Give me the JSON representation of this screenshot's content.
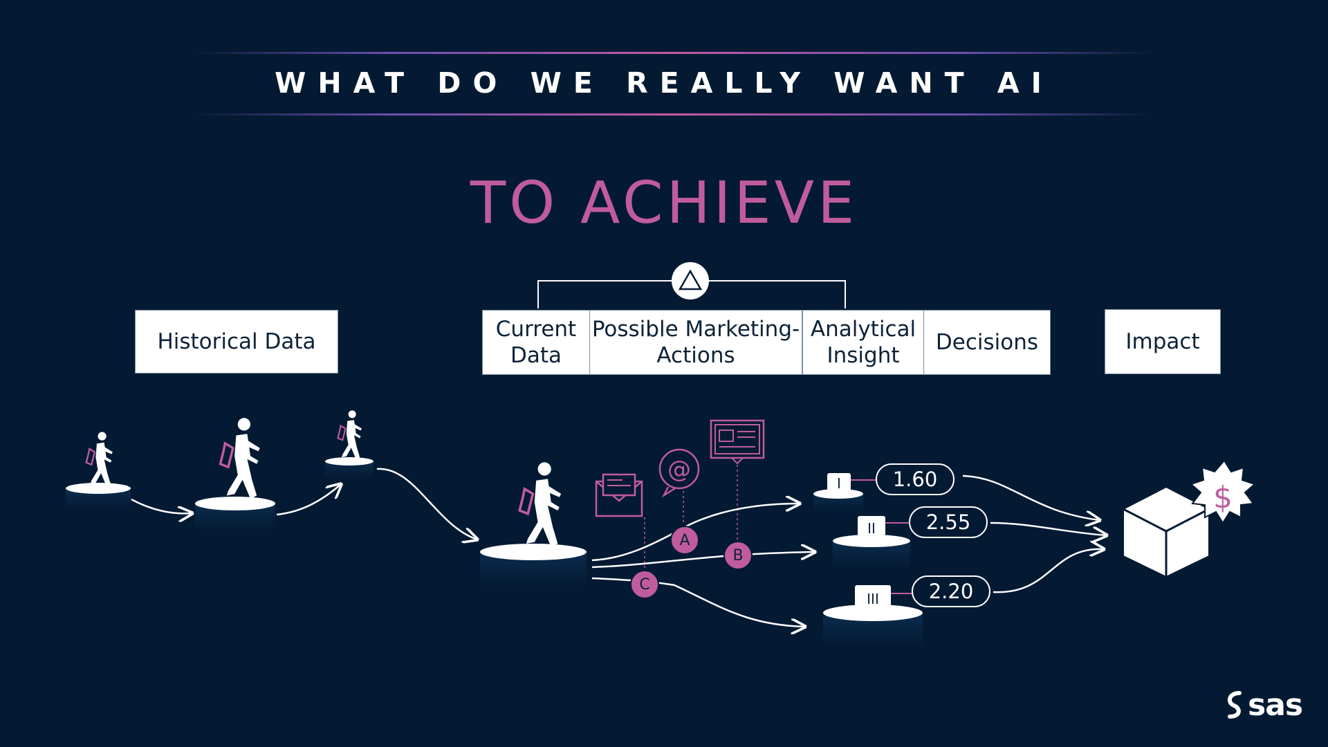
{
  "slide": {
    "title": "WHAT DO WE REALLY WANT AI",
    "subtitle": "TO ACHIEVE"
  },
  "labels": {
    "historical_data": "Historical Data",
    "current_data": "Current Data",
    "possible_actions": "Possible Marketing-Actions",
    "analytical_insight": "Analytical Insight",
    "decisions": "Decisions",
    "impact": "Impact"
  },
  "actions": [
    "A",
    "B",
    "C"
  ],
  "decision_levels": [
    {
      "rank": "I",
      "score": "1.60"
    },
    {
      "rank": "II",
      "score": "2.55"
    },
    {
      "rank": "III",
      "score": "2.20"
    }
  ],
  "impact_symbol": "$",
  "brand": {
    "name": "sas",
    "accent": "#c05c9e",
    "background": "#041a33"
  },
  "icons": [
    "triangle-icon",
    "walking-person-icon",
    "envelope-icon",
    "at-sign-icon",
    "monitor-icon",
    "box-icon",
    "dollar-burst-icon",
    "sas-logo"
  ]
}
